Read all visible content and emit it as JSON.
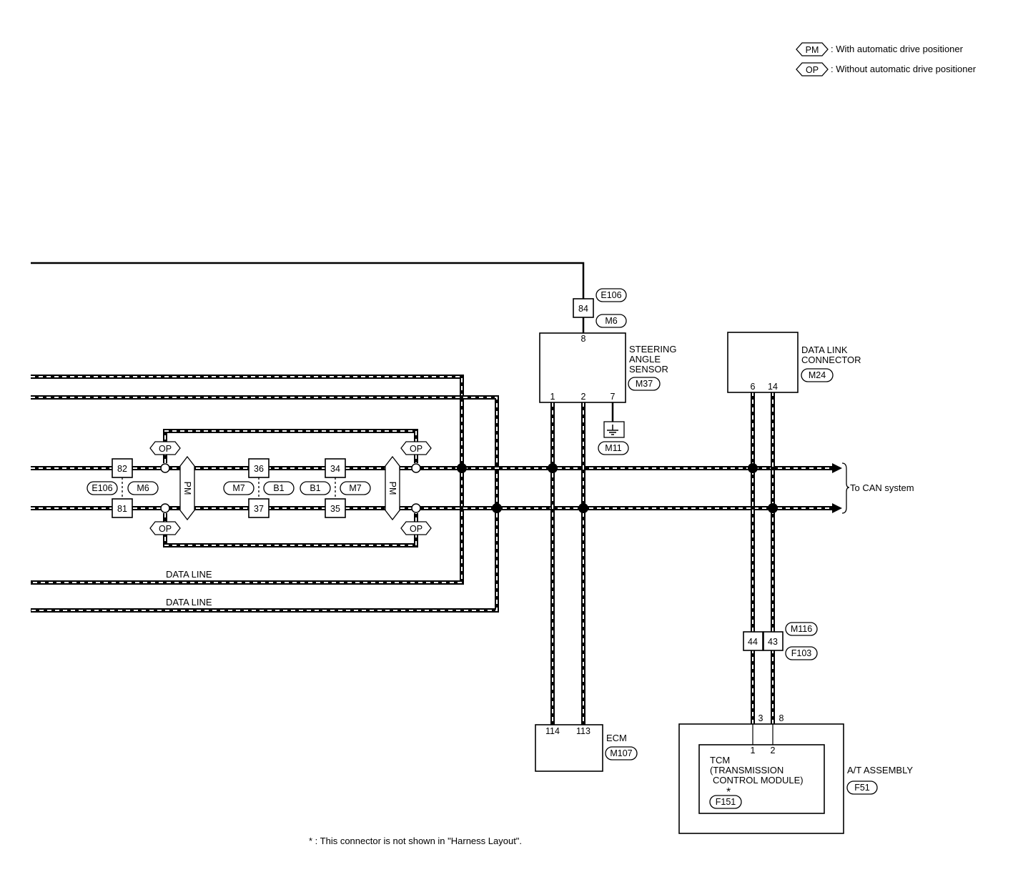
{
  "legend": {
    "pm_tag": "PM",
    "pm_text": ": With automatic drive positioner",
    "op_tag": "OP",
    "op_text": ": Without automatic drive positioner"
  },
  "connectors": {
    "e106": "E106",
    "m6": "M6",
    "m37": "M37",
    "m24": "M24",
    "m11": "M11",
    "m7": "M7",
    "b1": "B1",
    "m116": "M116",
    "f103": "F103",
    "m107": "M107",
    "f51": "F51",
    "f151": "F151"
  },
  "pins": {
    "p84": "84",
    "p8_sas": "8",
    "p1_sas": "1",
    "p2_sas": "2",
    "p7_sas": "7",
    "p6_dlc": "6",
    "p14_dlc": "14",
    "p82": "82",
    "p81": "81",
    "p36": "36",
    "p37": "37",
    "p34": "34",
    "p35": "35",
    "p44": "44",
    "p43": "43",
    "p3": "3",
    "p8": "8",
    "p114": "114",
    "p113": "113",
    "p1_tcm": "1",
    "p2_tcm": "2"
  },
  "components": {
    "steering_line1": "STEERING",
    "steering_line2": "ANGLE",
    "steering_line3": "SENSOR",
    "dlc_line1": "DATA LINK",
    "dlc_line2": "CONNECTOR",
    "ecm": "ECM",
    "at_assembly": "A/T ASSEMBLY",
    "tcm_line1": "TCM",
    "tcm_line2": "(TRANSMISSION",
    "tcm_line3": "CONTROL MODULE)"
  },
  "labels": {
    "op": "OP",
    "pm": "PM",
    "to_can": "To CAN system",
    "data_line_1": "DATA LINE",
    "data_line_2": "DATA LINE",
    "asterisk": "*",
    "footnote": "* : This connector is not shown in \"Harness Layout\"."
  }
}
